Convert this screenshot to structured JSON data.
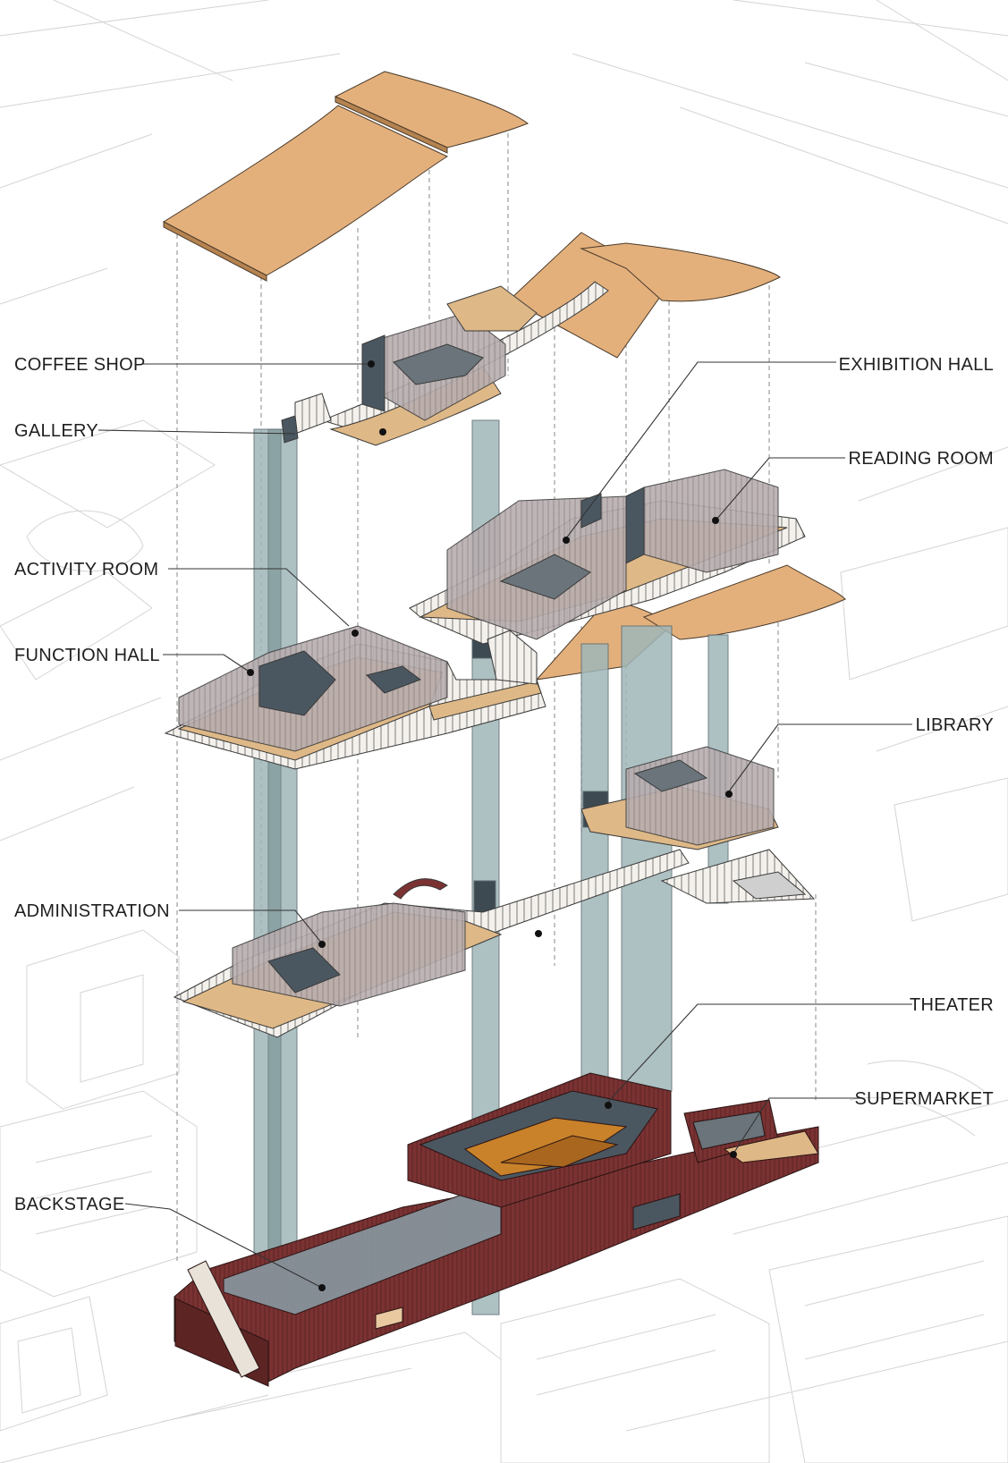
{
  "diagram": {
    "labels": {
      "coffee_shop": "COFFEE SHOP",
      "gallery": "GALLERY",
      "activity_room": "ACTIVITY ROOM",
      "function_hall": "FUNCTION HALL",
      "administration": "ADMINISTRATION",
      "backstage": "BACKSTAGE",
      "exhibition_hall": "EXHIBITION HALL",
      "reading_room": "READING ROOM",
      "library": "LIBRARY",
      "theater": "THEATER",
      "supermarket": "SUPERMARKET"
    },
    "colors": {
      "roof_slab": "#e3b07c",
      "floor_slab": "#deb887",
      "column": "#9fb6b8",
      "core": "#4b5760",
      "screen_wall": "#b8aeb0",
      "podium": "#7a3232",
      "theater_floor": "#c9822a",
      "context_lines": "#d2d2d2"
    }
  }
}
